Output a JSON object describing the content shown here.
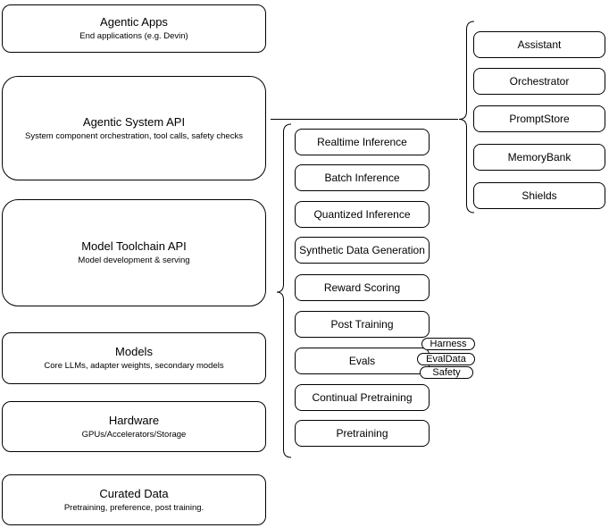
{
  "left_stack": [
    {
      "title": "Agentic Apps",
      "subtitle": "End applications (e.g. Devin)"
    },
    {
      "title": "Agentic System API",
      "subtitle": "System component orchestration, tool calls, safety checks"
    },
    {
      "title": "Model Toolchain API",
      "subtitle": "Model development & serving"
    },
    {
      "title": "Models",
      "subtitle": "Core LLMs, adapter weights, secondary models"
    },
    {
      "title": "Hardware",
      "subtitle": "GPUs/Accelerators/Storage"
    },
    {
      "title": "Curated Data",
      "subtitle": "Pretraining, preference, post training."
    }
  ],
  "toolchain_items": [
    {
      "label": "Realtime Inference"
    },
    {
      "label": "Batch Inference"
    },
    {
      "label": "Quantized Inference"
    },
    {
      "label": "Synthetic Data Generation"
    },
    {
      "label": "Reward Scoring"
    },
    {
      "label": "Post Training"
    },
    {
      "label": "Evals"
    },
    {
      "label": "Continual Pretraining"
    },
    {
      "label": "Pretraining"
    }
  ],
  "eval_tags": [
    {
      "label": "Harness"
    },
    {
      "label": "EvalData"
    },
    {
      "label": "Safety"
    }
  ],
  "system_items": [
    {
      "label": "Assistant"
    },
    {
      "label": "Orchestrator"
    },
    {
      "label": "PromptStore"
    },
    {
      "label": "MemoryBank"
    },
    {
      "label": "Shields"
    }
  ],
  "colors": {
    "stroke": "#000000",
    "background": "#ffffff",
    "text": "#000000"
  }
}
